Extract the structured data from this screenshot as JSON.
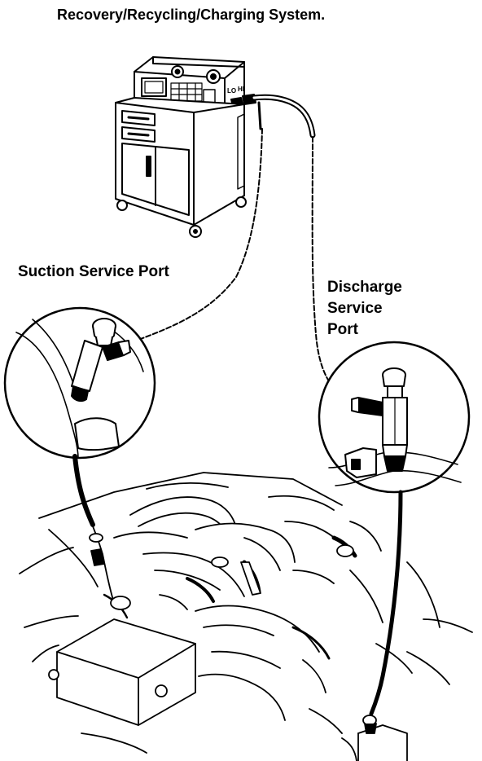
{
  "diagram": {
    "title": "Recovery/Recycling/Charging System.",
    "labels": {
      "suction_port": "Suction Service Port",
      "discharge_port_lines": [
        "Discharge",
        "Service",
        "Port"
      ]
    },
    "machine_panel_text": [
      "LO",
      "HI"
    ]
  },
  "colors": {
    "ink": "#000000",
    "paper": "#ffffff"
  }
}
